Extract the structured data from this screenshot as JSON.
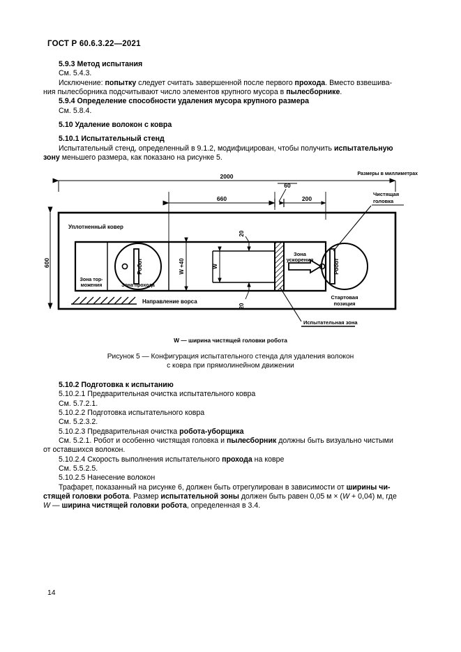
{
  "document": {
    "standard_header": "ГОСТ Р 60.6.3.22—2021",
    "page_number": "14"
  },
  "body": {
    "s593_title": "5.9.3 Метод испытания",
    "s593_ref": "См. 5.4.3.",
    "s593_p1_a": "Исключение: ",
    "s593_p1_b": "попытку",
    "s593_p1_c": " следует считать завершенной после первого ",
    "s593_p1_d": "прохода",
    "s593_p1_e": ". Вместо взвешива-",
    "s593_p2_a": "ния пылесборника подсчитывают число элементов крупного мусора в ",
    "s593_p2_b": "пылесборнике",
    "s593_p2_c": ".",
    "s594_title": "5.9.4 Определение способности удаления мусора крупного размера",
    "s594_ref": "См. 5.8.4.",
    "s510_title": "5.10 Удаление волокон с ковра",
    "s5101_title": "5.10.1 Испытательный стенд",
    "s5101_p1_a": "Испытательный стенд, определенный в 9.1.2, модифицирован, чтобы получить ",
    "s5101_p1_b": "испытательную",
    "s5101_p2_a": "зону",
    "s5101_p2_b": " меньшего размера, как показано на рисунке 5.",
    "s5102_title": "5.10.2 Подготовка к испытанию",
    "s51021_title": "5.10.2.1 Предварительная очистка испытательного ковра",
    "s51021_ref": "См. 5.7.2.1.",
    "s51022_title": "5.10.2.2 Подготовка испытательного ковра",
    "s51022_ref": "См. 5.2.3.2.",
    "s51023_title_a": "5.10.2.3 Предварительная очистка ",
    "s51023_title_b": "робота-уборщика",
    "s51023_p1_a": "См. 5.2.1. Робот и особенно чистящая головка и ",
    "s51023_p1_b": "пылесборник",
    "s51023_p1_c": " должны быть визуально чистыми",
    "s51023_p2": "от оставшихся волокон.",
    "s51024_title_a": "5.10.2.4 Скорость выполнения испытательного ",
    "s51024_title_b": "прохода",
    "s51024_title_c": " на ковре",
    "s51024_ref": "См. 5.5.2.5.",
    "s51025_title": "5.10.2.5 Нанесение волокон",
    "s51025_p1_a": "Трафарет, показанный на рисунке 6, должен быть отрегулирован в зависимости от ",
    "s51025_p1_b": "ширины чи-",
    "s51025_p2_a": "стящей головки робота",
    "s51025_p2_b": ". Размер ",
    "s51025_p2_c": "испытательной зоны",
    "s51025_p2_d": " должен быть равен 0,05 м × (",
    "s51025_p2_e": "W",
    "s51025_p2_f": " + 0,04) м, где",
    "s51025_p3_a": "W",
    "s51025_p3_b": " — ",
    "s51025_p3_c": "ширина чистящей головки робота",
    "s51025_p3_d": ", определенная в 3.4."
  },
  "figure": {
    "units_note": "Размеры в миллиметрах",
    "legend": "W — ширина чистящей головки робота",
    "caption_line1": "Рисунок 5 — Конфигурация испытательного стенда для удаления волокон",
    "caption_line2": "с ковра при прямолинейном движении",
    "dim_total_length": "2000",
    "dim_height": "600",
    "dim_660": "660",
    "dim_60": "60",
    "dim_200": "200",
    "dim_20_top": "20",
    "dim_20_bottom": "20",
    "label_carpet": "Уплотненный ковер",
    "label_braking_zone_l1": "Зона тор-",
    "label_braking_zone_l2": "можения",
    "label_pass_zone": "Зона прохода",
    "label_robot_left": "Робот",
    "label_robot_right": "Робот",
    "label_pile_direction": "Направление ворса",
    "label_w_plus_40": "W +40",
    "label_w": "W",
    "label_accel_zone_l1": "Зона",
    "label_accel_zone_l2": "ускорения",
    "label_cleaning_head_l1": "Чистящая",
    "label_cleaning_head_l2": "головка",
    "label_start_position_l1": "Стартовая",
    "label_start_position_l2": "позиция",
    "label_test_zone": "Испытательная зона"
  }
}
